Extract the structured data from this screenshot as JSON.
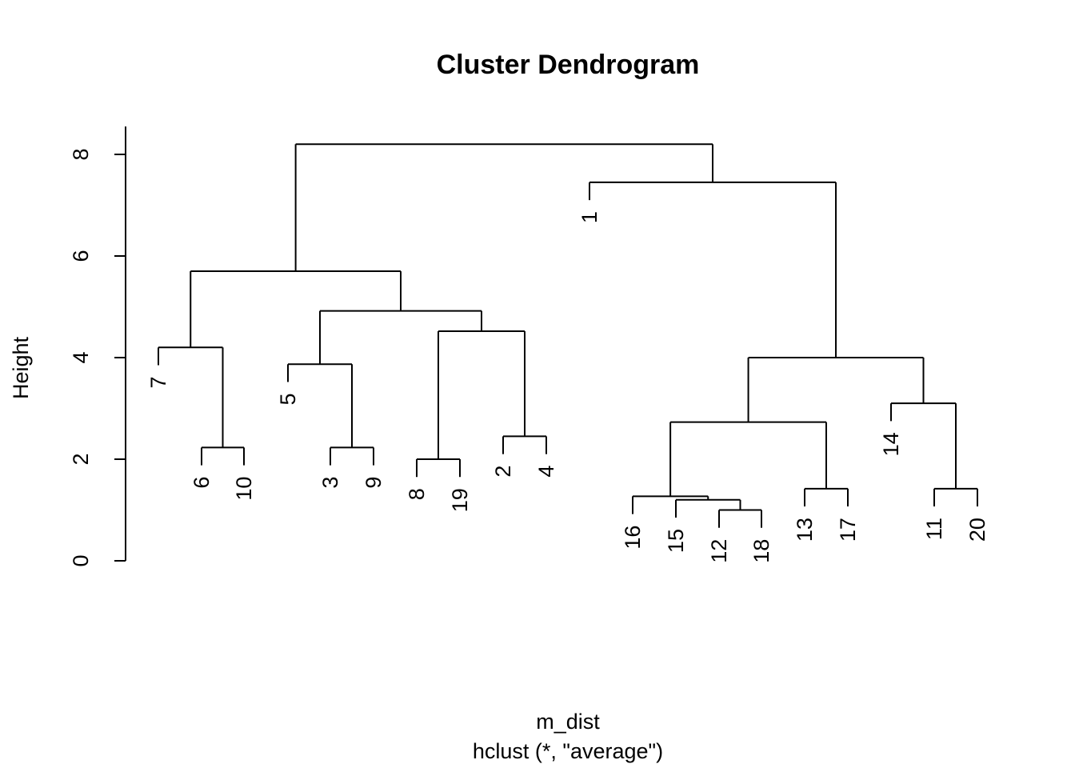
{
  "chart_data": {
    "type": "dendrogram",
    "title": "Cluster Dendrogram",
    "xlabel": "m_dist",
    "sub": "hclust (*, \"average\")",
    "ylabel": "Height",
    "ylim": [
      0,
      8.2
    ],
    "yticks": [
      0,
      2,
      4,
      6,
      8
    ],
    "leaf_order": [
      "7",
      "6",
      "10",
      "5",
      "3",
      "9",
      "8",
      "19",
      "2",
      "4",
      "1",
      "16",
      "15",
      "12",
      "18",
      "13",
      "17",
      "14",
      "11",
      "20"
    ],
    "merges": [
      {
        "a": "6",
        "b": "10",
        "height": 2.23
      },
      {
        "a": "3",
        "b": "9",
        "height": 2.23
      },
      {
        "a": "8",
        "b": "19",
        "height": 2.0
      },
      {
        "a": "2",
        "b": "4",
        "height": 2.45
      },
      {
        "a": "12",
        "b": "18",
        "height": 1.0
      },
      {
        "a": "15",
        "b": "12-18",
        "height": 1.2
      },
      {
        "a": "16",
        "b": "15-12-18",
        "height": 1.27
      },
      {
        "a": "13",
        "b": "17",
        "height": 1.42
      },
      {
        "a": "16-15-12-18",
        "b": "13-17",
        "height": 2.73
      },
      {
        "a": "11",
        "b": "20",
        "height": 1.42
      },
      {
        "a": "14",
        "b": "11-20",
        "height": 3.1
      },
      {
        "a": "16..17",
        "b": "14-11-20",
        "height": 4.0
      },
      {
        "a": "1",
        "b": "16..20",
        "height": 7.45
      },
      {
        "a": "7",
        "b": "6-10",
        "height": 4.2
      },
      {
        "a": "5",
        "b": "3-9",
        "height": 3.87
      },
      {
        "a": "8-19",
        "b": "2-4",
        "height": 4.52
      },
      {
        "a": "5-3-9",
        "b": "8-19-2-4",
        "height": 4.92
      },
      {
        "a": "7-6-10",
        "b": "5..4",
        "height": 5.7
      },
      {
        "a": "7..4",
        "b": "1..20",
        "height": 8.2
      }
    ]
  }
}
